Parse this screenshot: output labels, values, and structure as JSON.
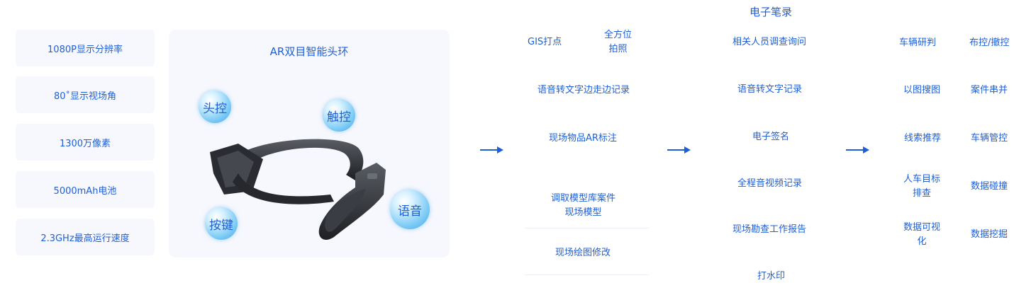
{
  "specs": [
    "1080P显示分辨率",
    "80˚显示视场角",
    "1300万像素",
    "5000mAh电池",
    "2.3GHz最高运行速度"
  ],
  "panel": {
    "title": "AR双目智能头环",
    "bubbles": [
      "头控",
      "触控",
      "按键",
      "语音"
    ]
  },
  "col1": {
    "gis": "GIS打点",
    "photo_line1": "全方位",
    "photo_line2": "拍照",
    "voice_walk": "语音转文字边走边记录",
    "ar_mark": "现场物品AR标注",
    "model_line1": "调取模型库案件",
    "model_line2": "现场模型",
    "drawing": "现场绘图修改"
  },
  "col2": {
    "header": "电子笔录",
    "items": [
      "相关人员调查询问",
      "语音转文字记录",
      "电子签名",
      "全程音视频记录",
      "现场勘查工作报告",
      "打水印"
    ]
  },
  "col3": {
    "left": [
      "车辆研判",
      "以图搜图",
      "线索推荐",
      "人车目标\n排查",
      "数据可视\n化"
    ],
    "right": [
      "布控/撤控",
      "案件串并",
      "车辆管控",
      "数据碰撞",
      "数据挖掘"
    ]
  },
  "colors": {
    "accent": "#1f5fd6",
    "panel_bg": "#f6f8fd",
    "bubble": "#7dcbf5"
  }
}
